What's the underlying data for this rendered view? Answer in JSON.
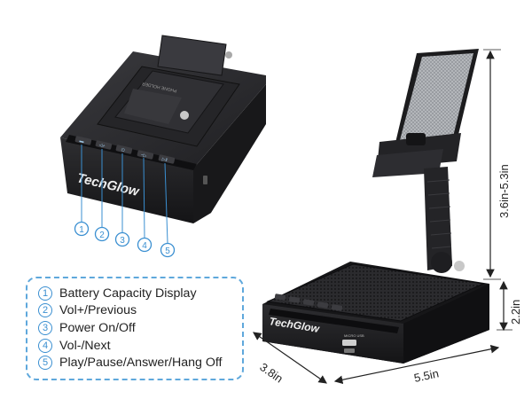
{
  "brand": "TechGlow",
  "device_labels": {
    "holder_text": "PHONE HOLDER",
    "port_text": "MICRO USB"
  },
  "button_glyphs": [
    "▬",
    "◁+",
    "⏻",
    "−▷",
    "▷‖"
  ],
  "callout_numbers": [
    "1",
    "2",
    "3",
    "4",
    "5"
  ],
  "legend": {
    "items": [
      {
        "num": "1",
        "text": "Battery Capacity Display"
      },
      {
        "num": "2",
        "text": "Vol+/Previous"
      },
      {
        "num": "3",
        "text": "Power On/Off"
      },
      {
        "num": "4",
        "text": "Vol-/Next"
      },
      {
        "num": "5",
        "text": "Play/Pause/Answer/Hang Off"
      }
    ]
  },
  "dimensions": {
    "height_adjust": "3.6in-5.3in",
    "base_height": "2.2in",
    "depth": "3.8in",
    "width": "5.5in"
  },
  "colors": {
    "device_body": "#1c1c1e",
    "device_top": "#2a2a2d",
    "accent_blue": "#3a8fd1",
    "dimension_line": "#222222"
  }
}
